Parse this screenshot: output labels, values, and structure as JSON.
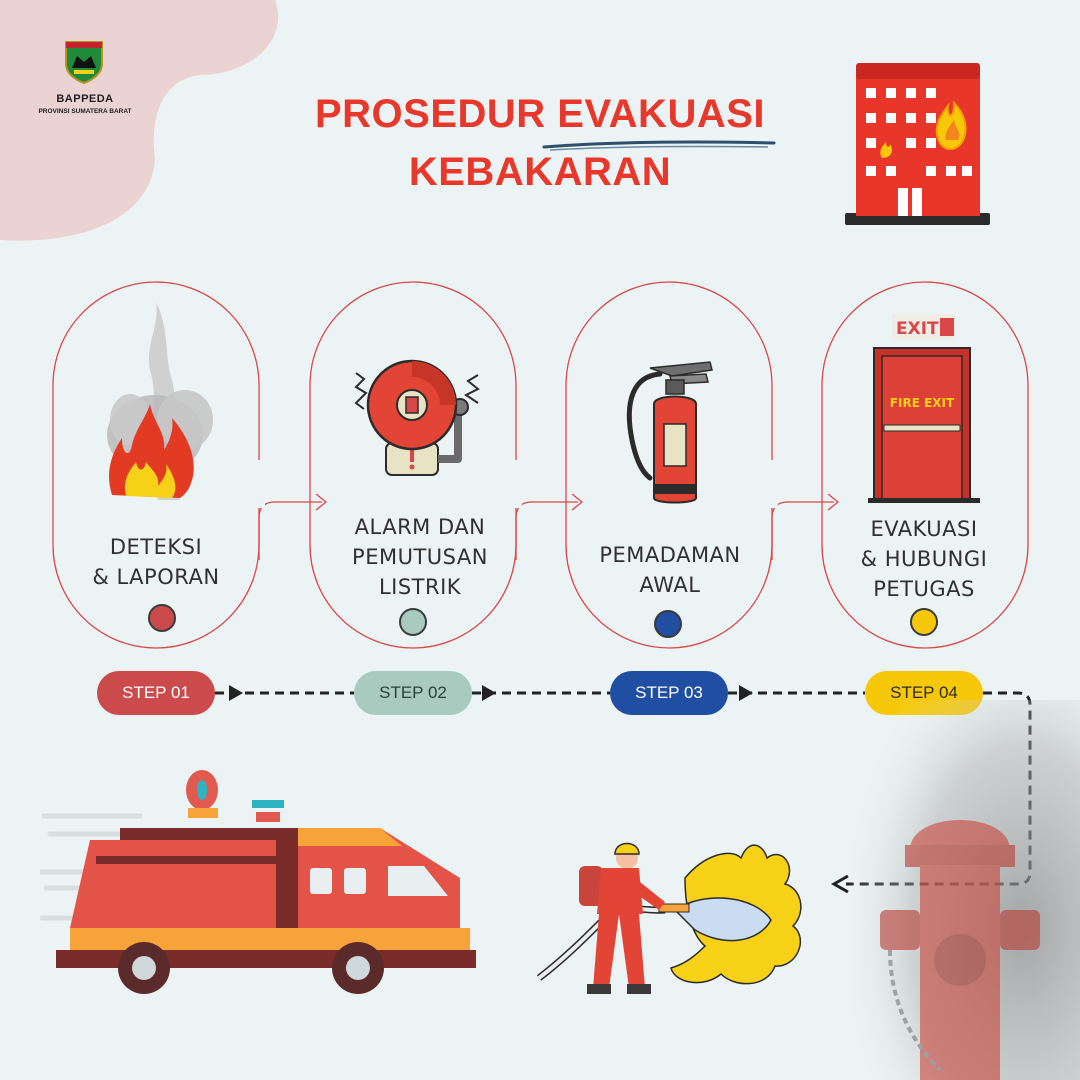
{
  "header": {
    "org_name": "BAPPEDA",
    "org_sub": "PROVINSI SUMATERA BARAT",
    "title_line1": "PROSEDUR EVAKUASI",
    "title_line2": "KEBAKARAN"
  },
  "steps": [
    {
      "label_lines": [
        "DETEKSI",
        "& LAPORAN"
      ],
      "badge": "STEP 01",
      "color": "#cb4a4b",
      "icon": "fire-icon"
    },
    {
      "label_lines": [
        "ALARM DAN",
        "PEMUTUSAN",
        "LISTRIK"
      ],
      "badge": "STEP 02",
      "color": "#a9cbbf",
      "icon": "fire-alarm-bell-icon"
    },
    {
      "label_lines": [
        "PEMADAMAN",
        "AWAL"
      ],
      "badge": "STEP 03",
      "color": "#1f4ea2",
      "icon": "fire-extinguisher-icon"
    },
    {
      "label_lines": [
        "EVAKUASI",
        "& HUBUNGI",
        "PETUGAS"
      ],
      "badge": "STEP 04",
      "color": "#f7c80a",
      "icon": "fire-exit-door-icon"
    }
  ],
  "signs": {
    "exit": "EXIT",
    "fire_exit": "FIRE EXIT"
  },
  "colors": {
    "title_red": "#e8372b",
    "background": "#ecf3f4",
    "corner_blob": "#ecd3d3"
  },
  "illustrations": [
    "burning-building-icon",
    "fire-truck-icon",
    "firefighter-icon",
    "fire-hydrant-photo"
  ]
}
